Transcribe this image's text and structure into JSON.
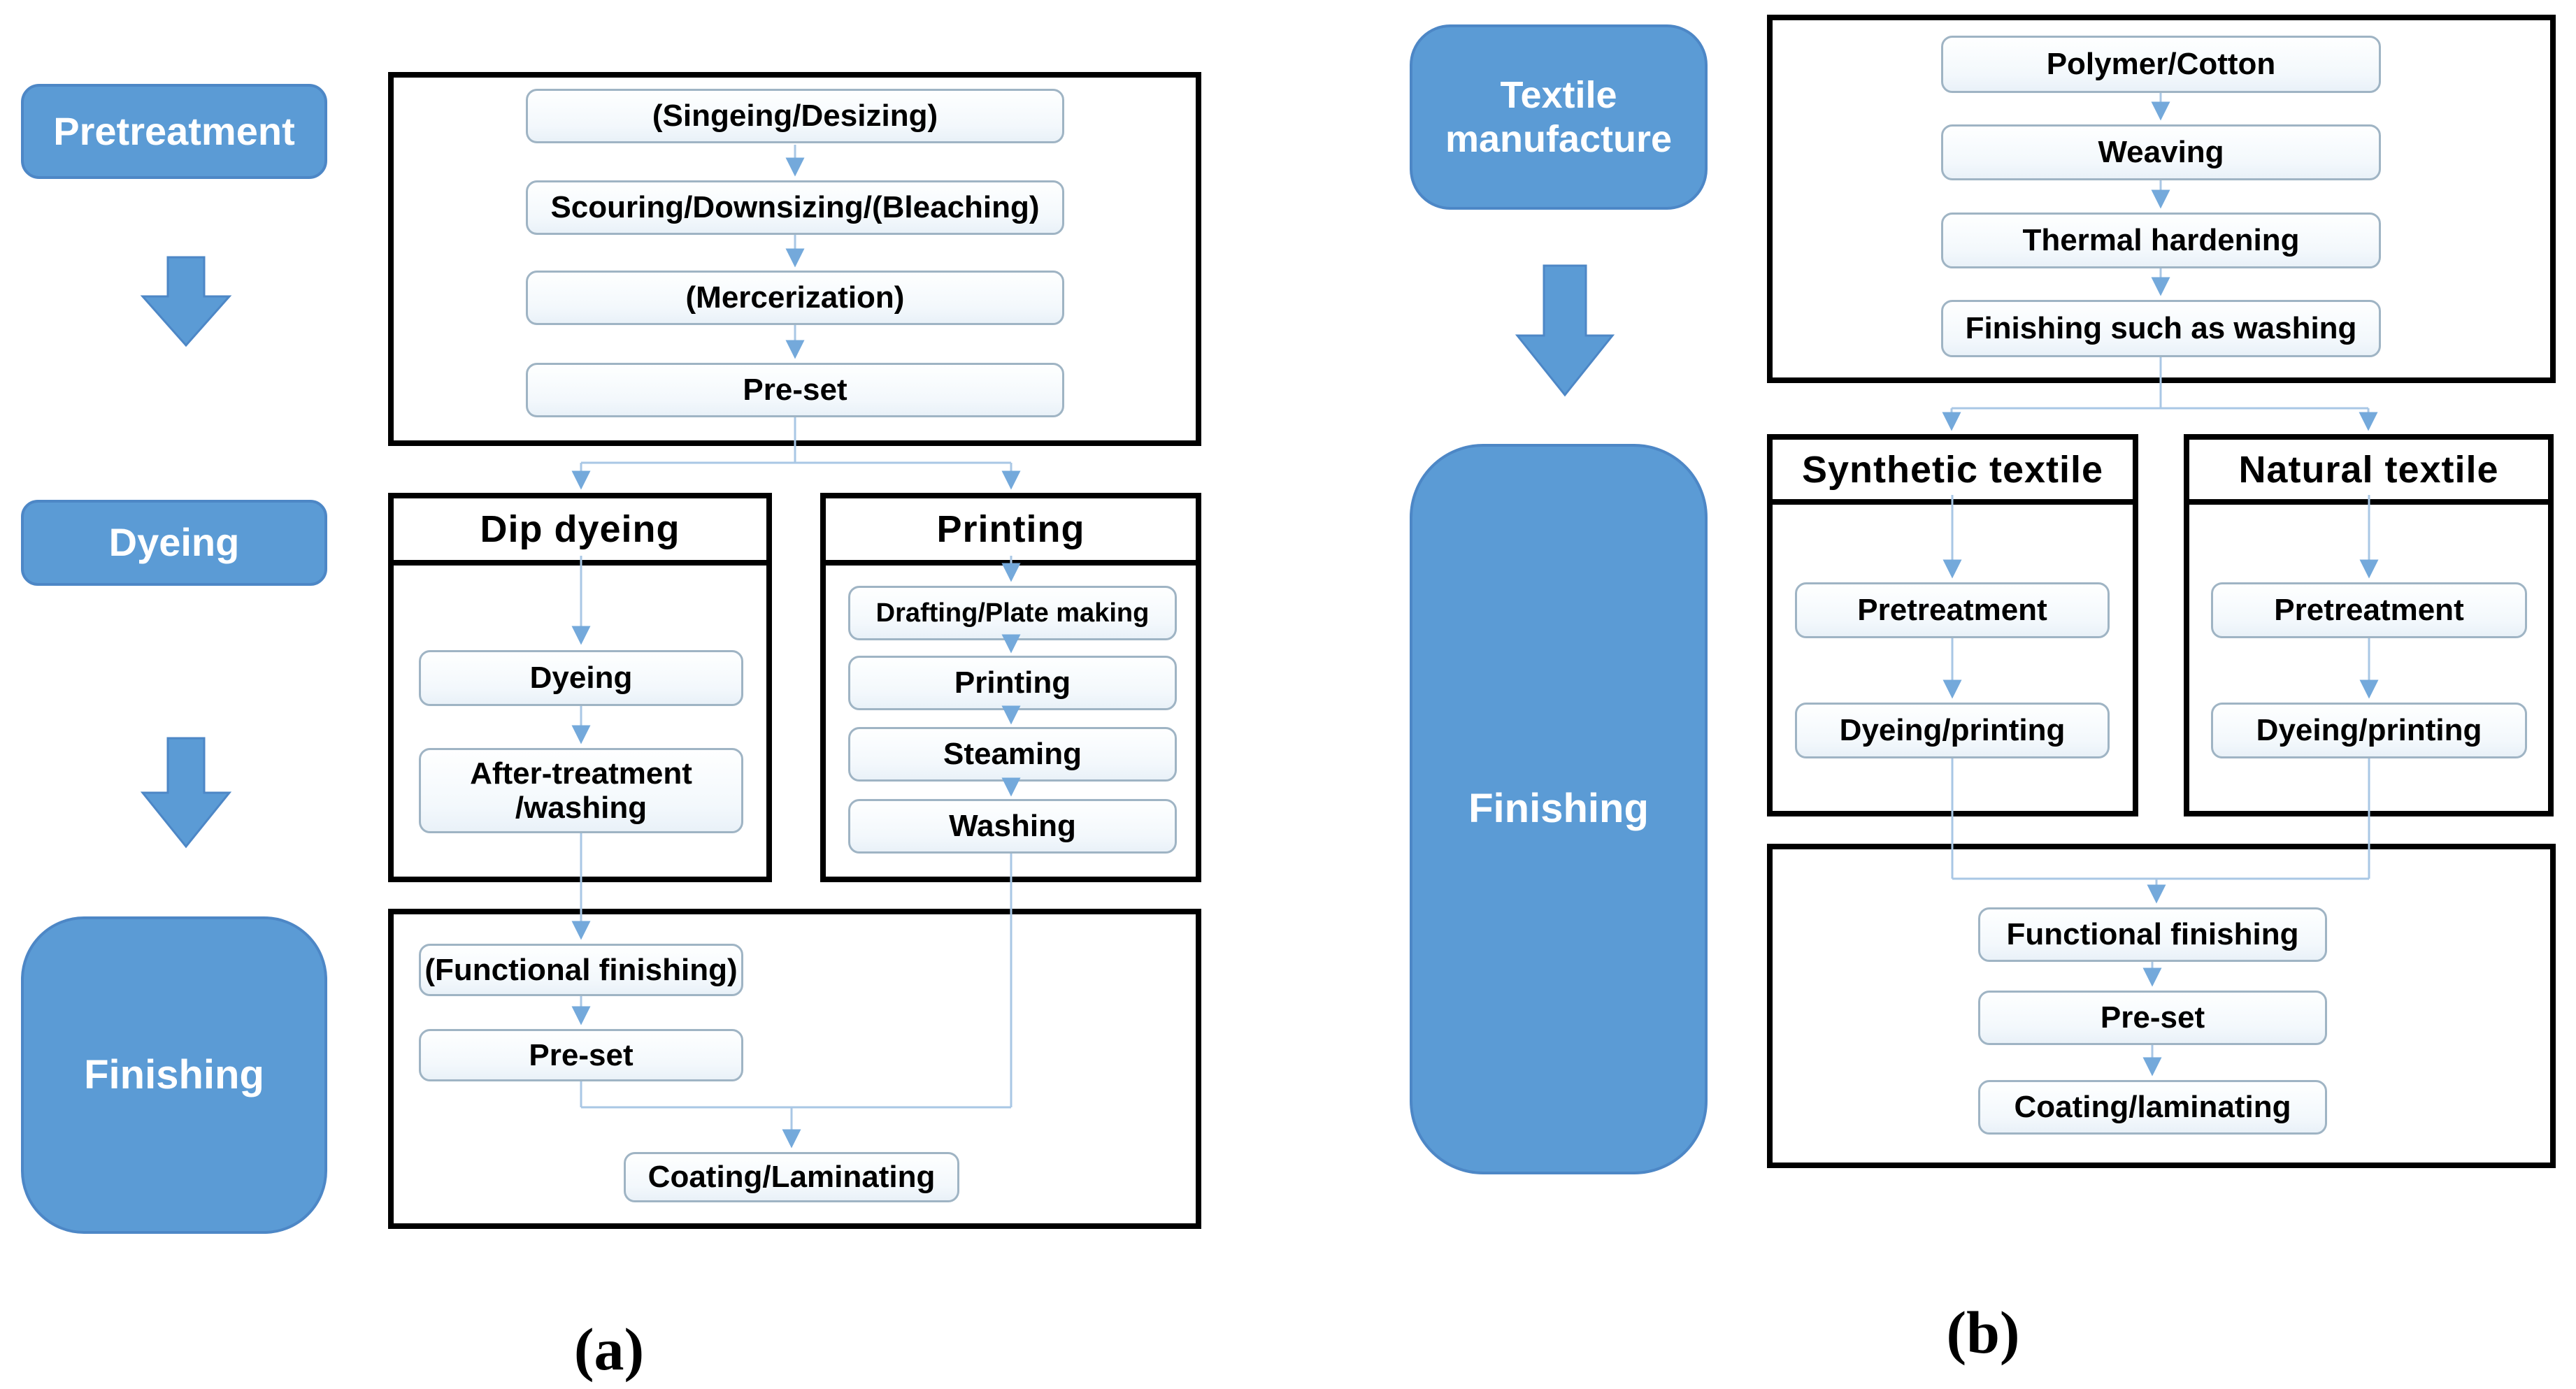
{
  "panel_a": {
    "caption": "(a)",
    "stages": {
      "pretreatment": "Pretreatment",
      "dyeing": "Dyeing",
      "finishing": "Finishing"
    },
    "top_box_steps": [
      "(Singeing/Desizing)",
      "Scouring/Downsizing/(Bleaching)",
      "(Mercerization)",
      "Pre-set"
    ],
    "dip_dyeing": {
      "title": "Dip dyeing",
      "steps": [
        "Dyeing",
        "After-treatment\n/washing"
      ]
    },
    "printing": {
      "title": "Printing",
      "steps": [
        "Drafting/Plate making",
        "Printing",
        "Steaming",
        "Washing"
      ]
    },
    "bottom_box_steps": [
      "(Functional finishing)",
      "Pre-set",
      "Coating/Laminating"
    ]
  },
  "panel_b": {
    "caption": "(b)",
    "stages": {
      "textile_manufacture": "Textile\nmanufacture",
      "finishing": "Finishing"
    },
    "top_box_steps": [
      "Polymer/Cotton",
      "Weaving",
      "Thermal hardening",
      "Finishing such as washing"
    ],
    "synthetic": {
      "title": "Synthetic textile",
      "steps": [
        "Pretreatment",
        "Dyeing/printing"
      ]
    },
    "natural": {
      "title": "Natural textile",
      "steps": [
        "Pretreatment",
        "Dyeing/printing"
      ]
    },
    "bottom_box_steps": [
      "Functional finishing",
      "Pre-set",
      "Coating/laminating"
    ]
  },
  "colors": {
    "stage_blue": "#5b9bd5",
    "stage_border": "#4d87c6",
    "connector": "#a9c7e5",
    "arrowhead": "#74a9db",
    "box_border": "#000000"
  }
}
